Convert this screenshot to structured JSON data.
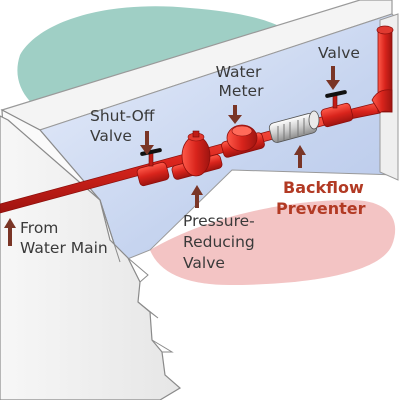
{
  "labels": {
    "water_meter": [
      "Water",
      "Meter"
    ],
    "valve": "Valve",
    "shut_off_valve": [
      "Shut-Off",
      "Valve"
    ],
    "backflow_preventer": [
      "Backflow",
      "Preventer"
    ],
    "pressure_reducing_valve": [
      "Pressure-",
      "Reducing",
      "Valve"
    ],
    "from_water_main": [
      "From",
      "Water Main"
    ]
  },
  "colors": {
    "pipe": "#d9241c",
    "pipe_dark": "#9e1410",
    "arrow": "#7a3526",
    "label_text": "#3a3a3a",
    "highlight_text": "#b23a24",
    "ground_teal": "#9fcfc5",
    "ground_pink": "#f3c4c4",
    "basement_floor": "#c9d6f0",
    "wall": "#f2f2f2",
    "preventer_body": "#d8d8d8"
  },
  "icons": [
    "arrow-down-icon",
    "arrow-up-icon"
  ]
}
